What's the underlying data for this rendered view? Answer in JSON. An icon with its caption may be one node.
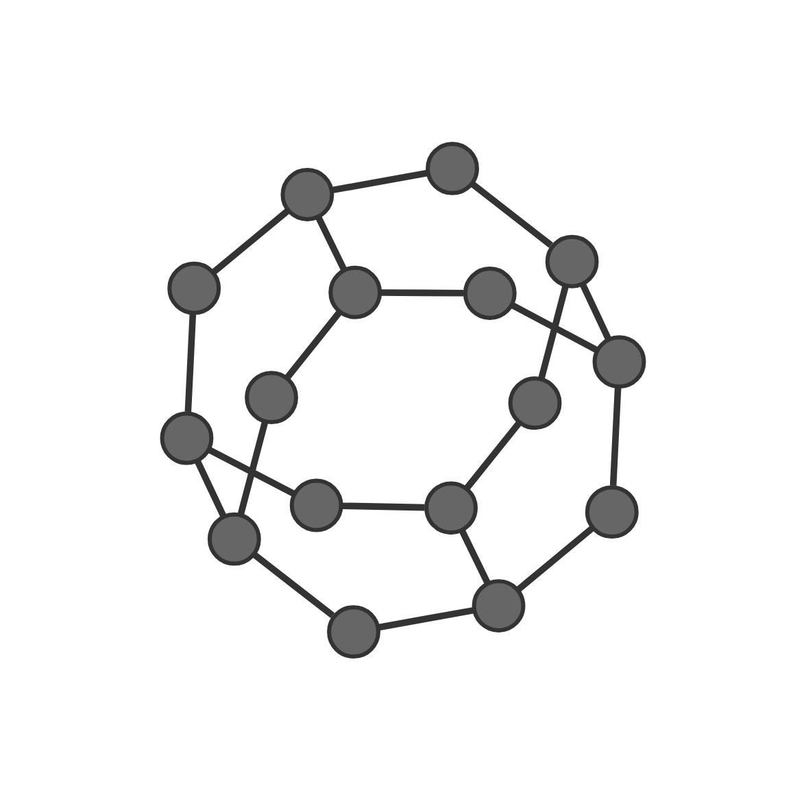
{
  "diagram": {
    "nodes": [
      {
        "text": [],
        "shape": "circle"
      },
      {
        "text": [],
        "shape": "circle"
      },
      {
        "text": [],
        "shape": "circle"
      },
      {
        "text": [],
        "shape": "circle"
      },
      {
        "text": [],
        "shape": "circle"
      },
      {
        "text": [],
        "shape": "circle"
      },
      {
        "text": [],
        "shape": "circle"
      },
      {
        "text": [],
        "shape": "circle"
      },
      {
        "text": [],
        "shape": "circle"
      },
      {
        "text": [],
        "shape": "circle"
      },
      {
        "text": [],
        "shape": "circle"
      },
      {
        "text": [],
        "shape": "circle"
      },
      {
        "text": [],
        "shape": "circle"
      },
      {
        "text": [],
        "shape": "circle"
      },
      {
        "text": [],
        "shape": "circle"
      },
      {
        "text": [],
        "shape": "circle"
      }
    ],
    "edges": [
      {
        "from": 0,
        "to": 1,
        "arrow": "none"
      },
      {
        "from": 1,
        "to": 2,
        "arrow": "none"
      },
      {
        "from": 1,
        "to": 4,
        "arrow": "none"
      },
      {
        "from": 3,
        "to": 4,
        "arrow": "none"
      },
      {
        "from": 4,
        "to": 5,
        "arrow": "none"
      },
      {
        "from": 0,
        "to": 6,
        "arrow": "none"
      },
      {
        "from": 3,
        "to": 7,
        "arrow": "none"
      },
      {
        "from": 6,
        "to": 7,
        "arrow": "none"
      },
      {
        "from": 5,
        "to": 8,
        "arrow": "none"
      },
      {
        "from": 8,
        "to": 9,
        "arrow": "none"
      },
      {
        "from": 2,
        "to": 9,
        "arrow": "none"
      },
      {
        "from": 7,
        "to": 10,
        "arrow": "none"
      },
      {
        "from": 10,
        "to": 11,
        "arrow": "none"
      },
      {
        "from": 11,
        "to": 12,
        "arrow": "none"
      },
      {
        "from": 8,
        "to": 12,
        "arrow": "none"
      },
      {
        "from": 6,
        "to": 13,
        "arrow": "none"
      },
      {
        "from": 11,
        "to": 14,
        "arrow": "none"
      },
      {
        "from": 13,
        "to": 14,
        "arrow": "none"
      },
      {
        "from": 14,
        "to": 15,
        "arrow": "none"
      },
      {
        "from": 9,
        "to": 15,
        "arrow": "none"
      }
    ]
  }
}
